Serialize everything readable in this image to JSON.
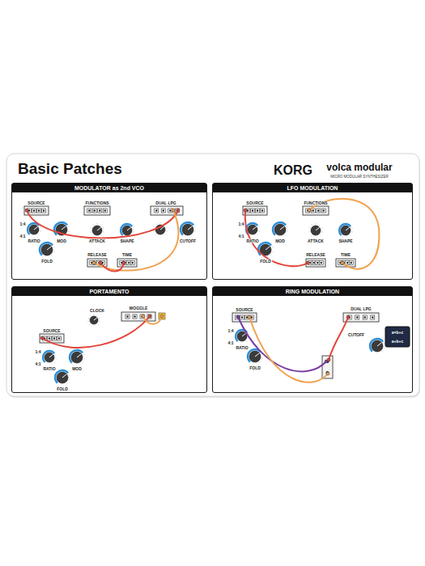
{
  "diagram": {
    "title": "Basic Patches",
    "nodes": [
      {
        "text": [
          "MODULATOR as 2nd VCO"
        ]
      },
      {
        "text": [
          "LFO MODULATION"
        ]
      },
      {
        "text": [
          "PORTAMENTO"
        ]
      },
      {
        "text": [
          "RING MODULATION"
        ]
      }
    ],
    "labels": [
      "KORG",
      "volca modular",
      "MICRO MODULAR SYNTHESIZER",
      "SOURCE",
      "1:4",
      "4:1",
      "RATIO",
      "MOD",
      "FOLD",
      "FUNCTIONS",
      "ATTACK",
      "SHAPE",
      "RELEASE",
      "TIME",
      "DUAL LPG",
      "CUTOFF",
      "SOURCE",
      "1:4",
      "4:1",
      "RATIO",
      "MOD",
      "FOLD",
      "FUNCTIONS",
      "ATTACK",
      "SHAPE",
      "RELEASE",
      "TIME",
      "SOURCE",
      "1:4",
      "4:1",
      "RATIO",
      "MOD",
      "FOLD",
      "CLOCK",
      "WOGGLE",
      "SOURCE",
      "1:4",
      "4:1",
      "RATIO",
      "FOLD",
      "DUAL LPG",
      "CUTOFF",
      "a×b+c",
      "a+b+c"
    ]
  }
}
